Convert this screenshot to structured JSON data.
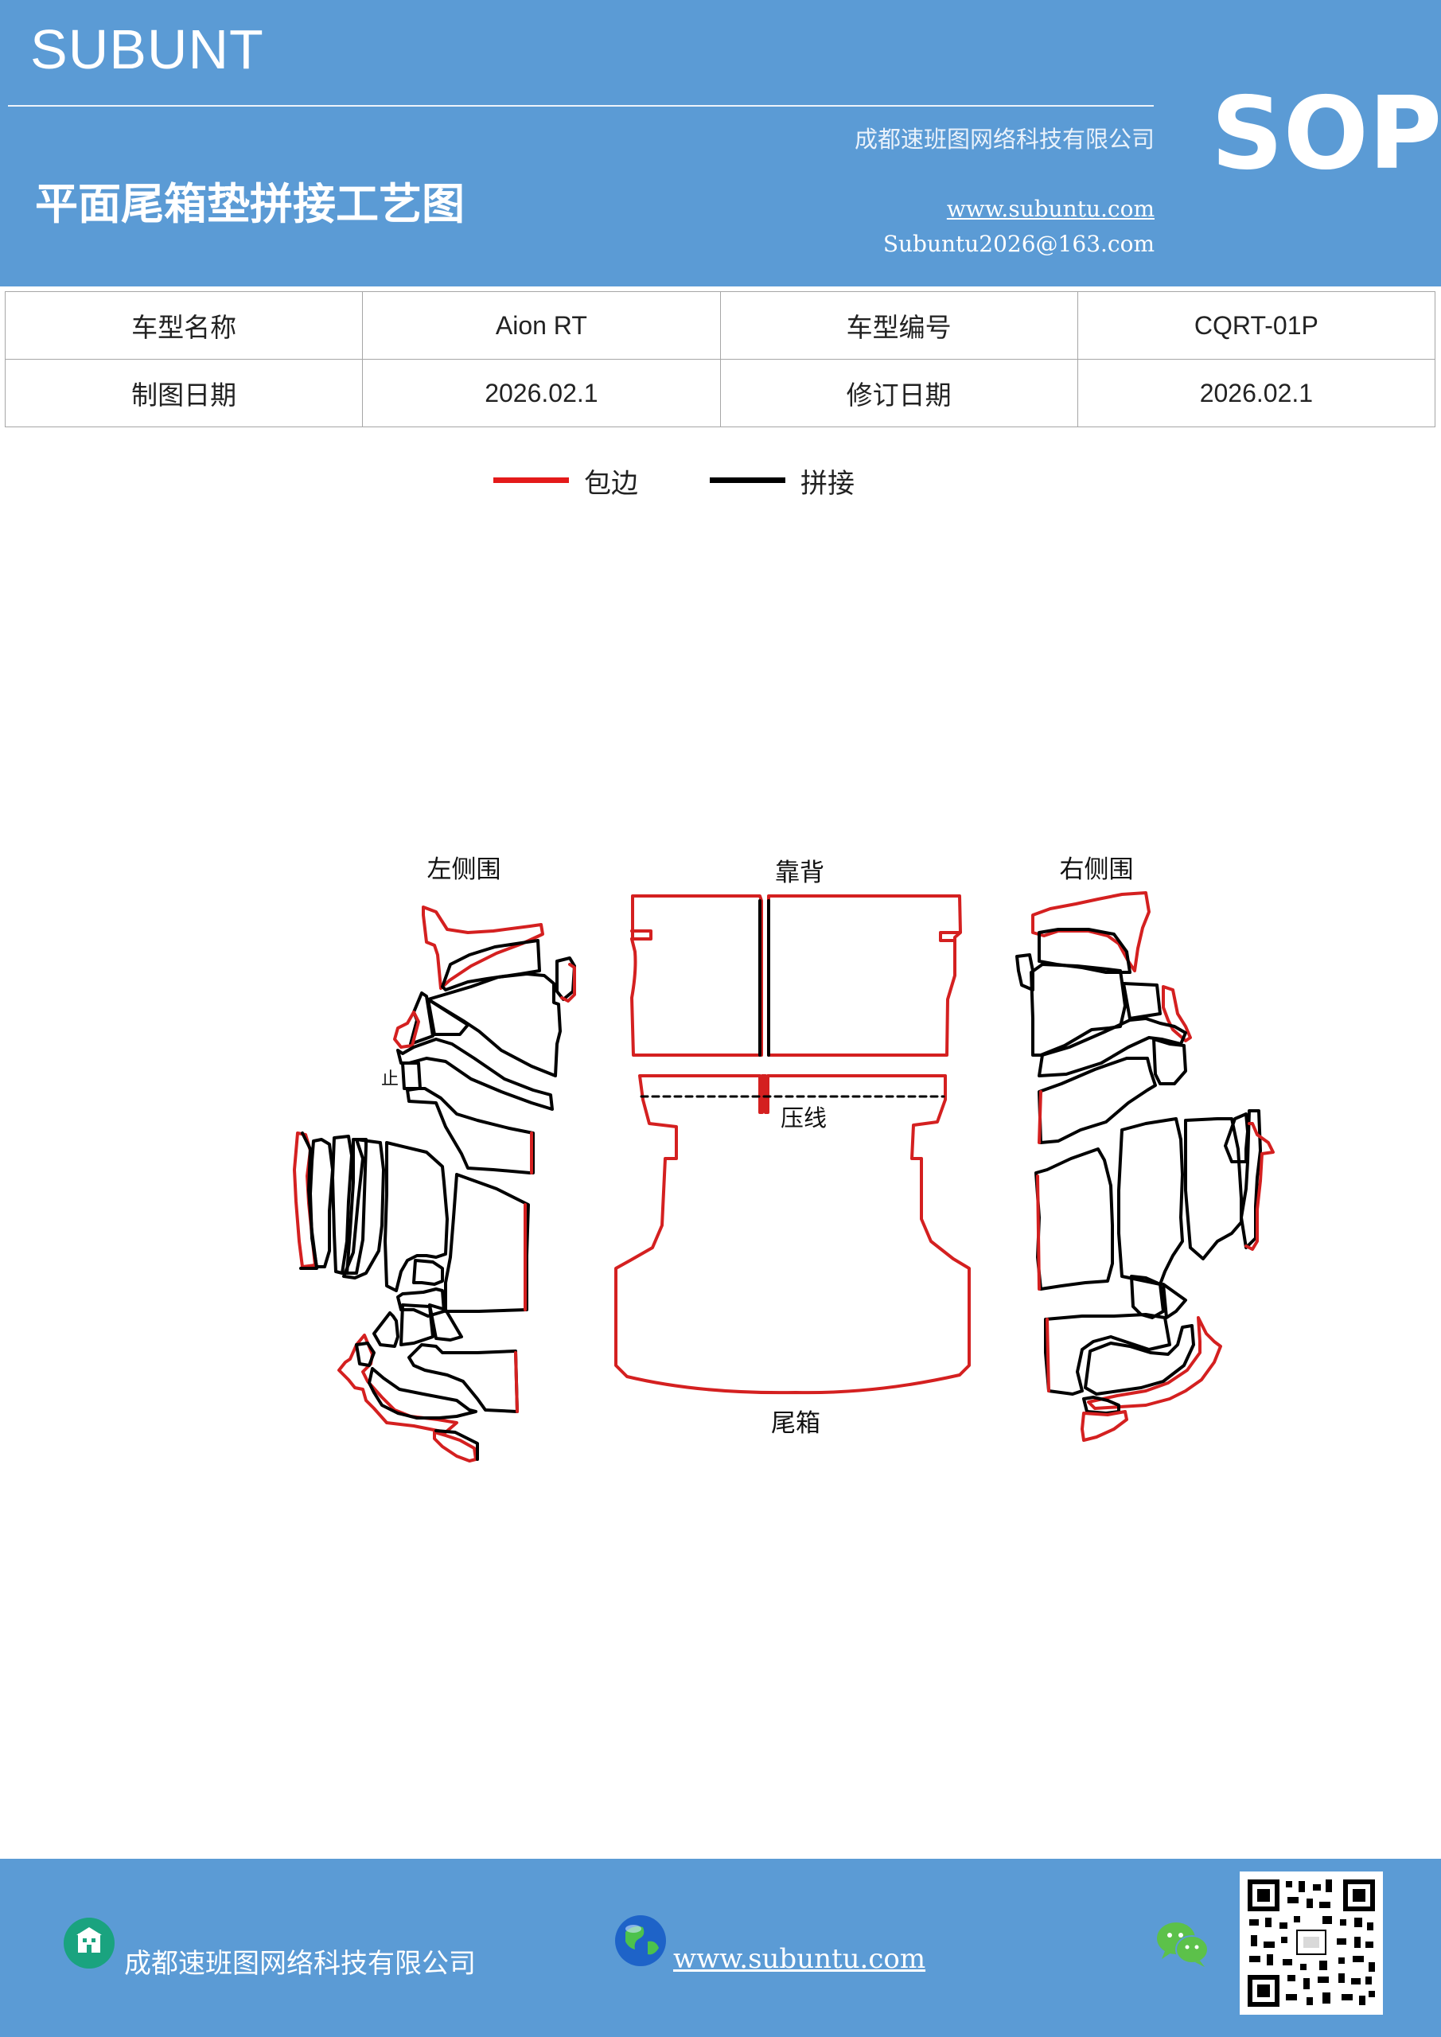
{
  "header": {
    "brand": "SUBUNT",
    "title": "平面尾箱垫拼接工艺图",
    "company": "成都速班图网络科技有限公司",
    "website": "www.subuntu.com",
    "email": "Subuntu2026@163.com",
    "badge": "SOP"
  },
  "info_table": {
    "rows": [
      {
        "label1": "车型名称",
        "value1": "Aion  RT",
        "label2": "车型编号",
        "value2": "CQRT-01P"
      },
      {
        "label1": "制图日期",
        "value1": "2026.02.1",
        "label2": "修订日期",
        "value2": "2026.02.1"
      }
    ]
  },
  "legend": {
    "items": [
      {
        "label": "包边",
        "color": "#e41a1a"
      },
      {
        "label": "拼接",
        "color": "#000000"
      }
    ]
  },
  "diagram": {
    "labels": {
      "left_side": "左侧围",
      "backrest": "靠背",
      "right_side": "右侧围",
      "press_line": "压线",
      "trunk": "尾箱",
      "small_mark": "止"
    }
  },
  "footer": {
    "company": "成都速班图网络科技有限公司",
    "website": "www.subuntu.com",
    "icons": [
      "building-icon",
      "globe-icon",
      "wechat-icon",
      "qr-code"
    ]
  }
}
